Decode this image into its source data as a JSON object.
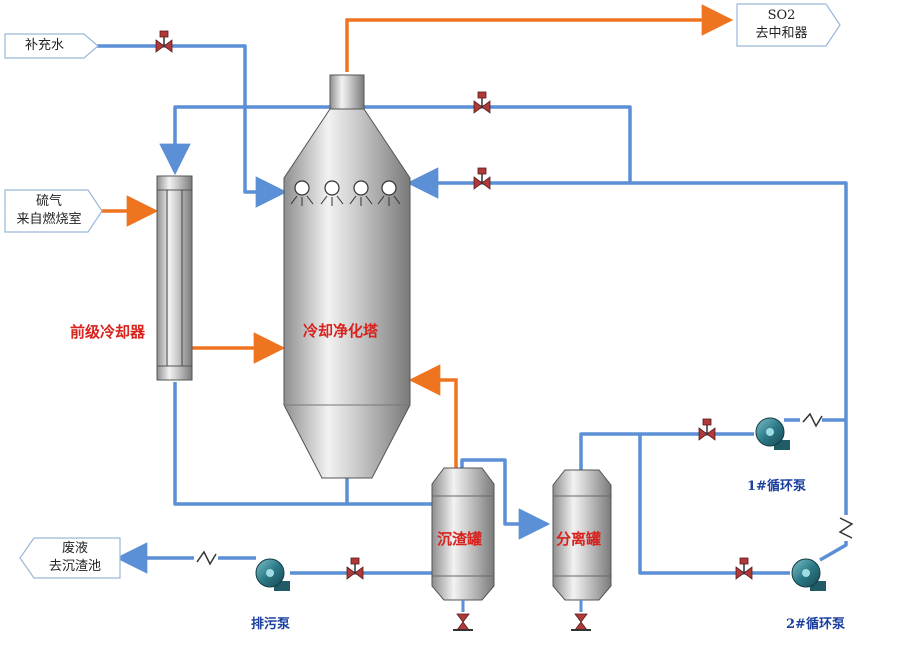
{
  "colors": {
    "water_line": "#5b8fd6",
    "gas_line": "#ef7420",
    "vessel_dark": "#8e8e8e",
    "vessel_light": "#e8e8e8",
    "pump": "#2c7a87",
    "valve_red": "#b03a3a",
    "label_red": "#d8221e",
    "label_blue": "#1b3f9e"
  },
  "tags": {
    "makeup_water": "补充水",
    "so2_line1": "SO2",
    "so2_line2": "去中和器",
    "sulfur_gas_line1": "硫气",
    "sulfur_gas_line2": "来自燃烧室",
    "waste_line1": "废液",
    "waste_line2": "去沉渣池"
  },
  "labels": {
    "pre_cooler": "前级冷却器",
    "cooling_tower": "冷却净化塔",
    "settling_tank": "沉渣罐",
    "separator_tank": "分离罐",
    "pump1": "1#循环泵",
    "pump2": "2#循环泵",
    "sewage_pump": "排污泵"
  },
  "icons": {
    "valve": "gate-valve-icon",
    "pump": "centrifugal-pump-icon",
    "check_valve": "check-valve-icon",
    "spray_nozzle": "spray-nozzle-icon"
  }
}
